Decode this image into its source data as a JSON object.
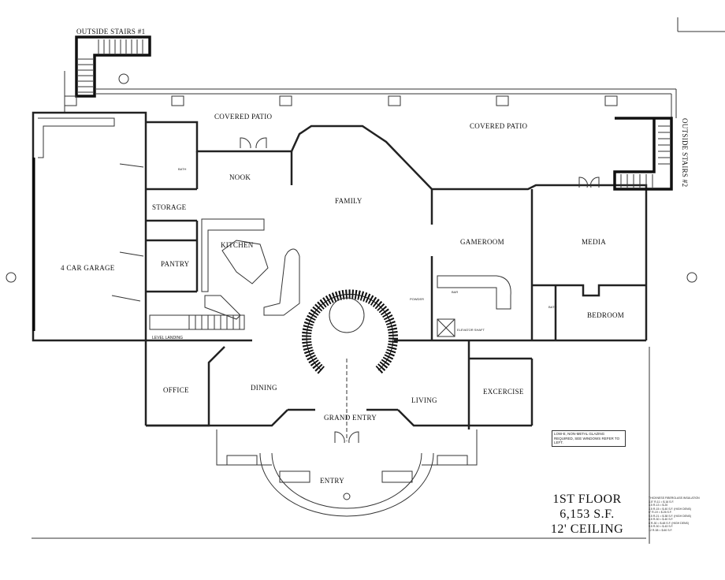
{
  "plan": {
    "title_lines": [
      "1ST FLOOR",
      "6,153 S.F.",
      "12' CEILING"
    ],
    "note": "LOW-E, NON-METAL GLAZING REQUIRED, SEE WINDOWS REFER TO LEFT.",
    "insulation_table": "THICKNESS FIBERGLASS INSULATION\n3.5\" R-11 = $.16 S.F.\n3.5 R-13 = $.20\n3.5 R-15 = $.40 S.F. (HIGH DENS)\n6\" R-19 = $.26 S.F.\n5.5 R-21 = $.38 S.F. (HIGH DENS)\n8.5 R-30 = $.40 S.F.\n8 R-30 = $.48 S.F. (HIGH DENS)\n9.5 R-30 = $.43 S.F.\n12 R-38 = $.60 S.F.",
    "rooms": {
      "outside_stairs_1": "OUTSIDE STAIRS #1",
      "outside_stairs_2": "OUTSIDE STAIRS #2",
      "covered_patio_left": "COVERED PATIO",
      "covered_patio_right": "COVERED PATIO",
      "nook": "NOOK",
      "family": "FAMILY",
      "storage": "STORAGE",
      "kitchen": "KITCHEN",
      "pantry": "PANTRY",
      "garage": "4 CAR GARAGE",
      "gameroom": "GAMEROOM",
      "media": "MEDIA",
      "bedroom": "BEDROOM",
      "level_landing": "LEVEL LANDING",
      "office": "OFFICE",
      "dining": "DINING",
      "grand_entry": "GRAND ENTRY",
      "living": "LIVING",
      "exercise": "EXCERCISE",
      "entry": "ENTRY",
      "bath_1": "BATH",
      "bath_2": "BATH",
      "powder": "POWDER",
      "bar": "BAR",
      "elevator": "ELEVATOR SHAFT"
    }
  }
}
